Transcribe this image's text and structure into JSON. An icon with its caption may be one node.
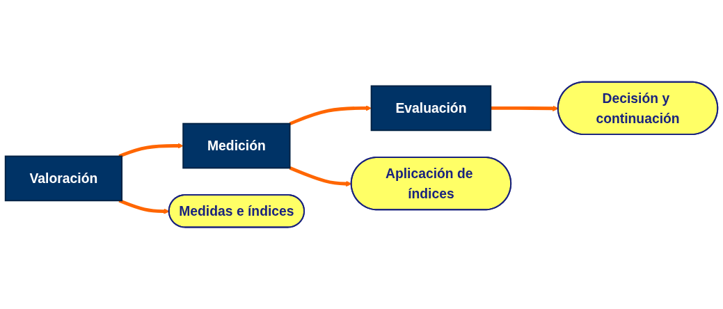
{
  "diagram": {
    "nodes": [
      {
        "text": [
          "Valoración"
        ]
      },
      {
        "text": [
          "Medición"
        ]
      },
      {
        "text": [
          "Evaluación"
        ]
      },
      {
        "text": [
          "Medidas e índices"
        ]
      },
      {
        "text": [
          "Aplicación de índices"
        ]
      },
      {
        "text": [
          "Decisión y continuación"
        ]
      }
    ],
    "edges": [
      {
        "from": 0,
        "to": 1,
        "arrow": "to"
      },
      {
        "from": 1,
        "to": 2,
        "arrow": "to"
      },
      {
        "from": 0,
        "to": 3,
        "arrow": "to"
      },
      {
        "from": 1,
        "to": 4,
        "arrow": "to"
      },
      {
        "from": 2,
        "to": 5,
        "arrow": "to"
      }
    ]
  }
}
